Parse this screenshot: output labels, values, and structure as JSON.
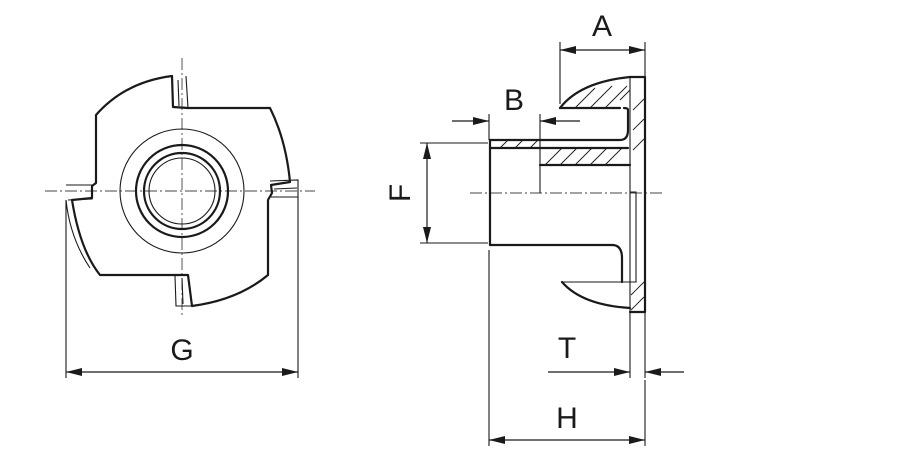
{
  "dimensions": {
    "A": "A",
    "B": "B",
    "F": "F",
    "G": "G",
    "H": "H",
    "T": "T"
  }
}
